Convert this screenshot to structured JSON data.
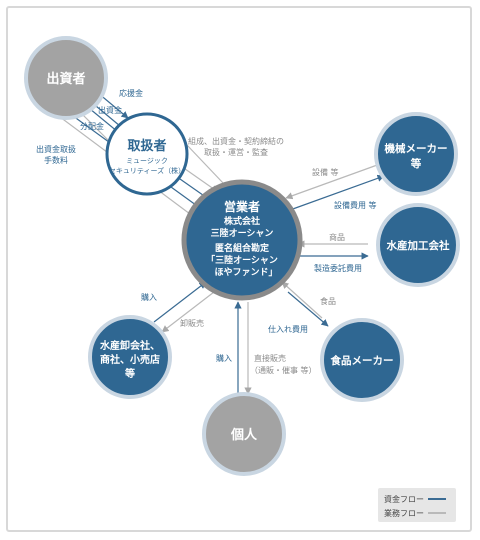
{
  "nodes": {
    "investors": {
      "label": "出資者"
    },
    "handler": {
      "title": "取扱者",
      "sub": "ミュージック",
      "sub2": "セキュリティーズ（株）"
    },
    "operator": {
      "title": "営業者",
      "line1": "株式会社",
      "line2": "三陸オーシャン",
      "line3": "匿名組合勘定",
      "line4": "「三陸オーシャン",
      "line5": "ほやファンド」"
    },
    "machine": {
      "line1": "機械メーカー",
      "line2": "等"
    },
    "processing": {
      "label": "水産加工会社"
    },
    "food": {
      "label": "食品メーカー"
    },
    "individual": {
      "label": "個人"
    },
    "wholesale": {
      "line1": "水産卸会社、",
      "line2": "商社、小売店",
      "line3": "等"
    }
  },
  "labels": {
    "support": "応援金",
    "investment": "出資金",
    "distribution": "分配金",
    "handling_fee_1": "出資金取扱",
    "handling_fee_2": "手数料",
    "org_1": "組成、出資金・契約締結の",
    "org_2": "取扱・運営・監査",
    "equipment": "設備 等",
    "equipment_cost": "設備費用 等",
    "goods": "商品",
    "manufacturing_fee": "製造委託費用",
    "food_goods": "食品",
    "purchase_cost": "仕入れ費用",
    "purchase_left": "購入",
    "wholesale_sale": "卸販売",
    "purchase_bottom": "購入",
    "direct_1": "直接販売",
    "direct_2": "（通販・催事 等）"
  },
  "legend": {
    "fund_flow": "資金フロー",
    "business_flow": "業務フロー"
  },
  "colors": {
    "blue": "#2f6792",
    "gray": "#9b9b9b",
    "navy_line": "#3a6b93",
    "light_line": "#b9b9b9"
  }
}
